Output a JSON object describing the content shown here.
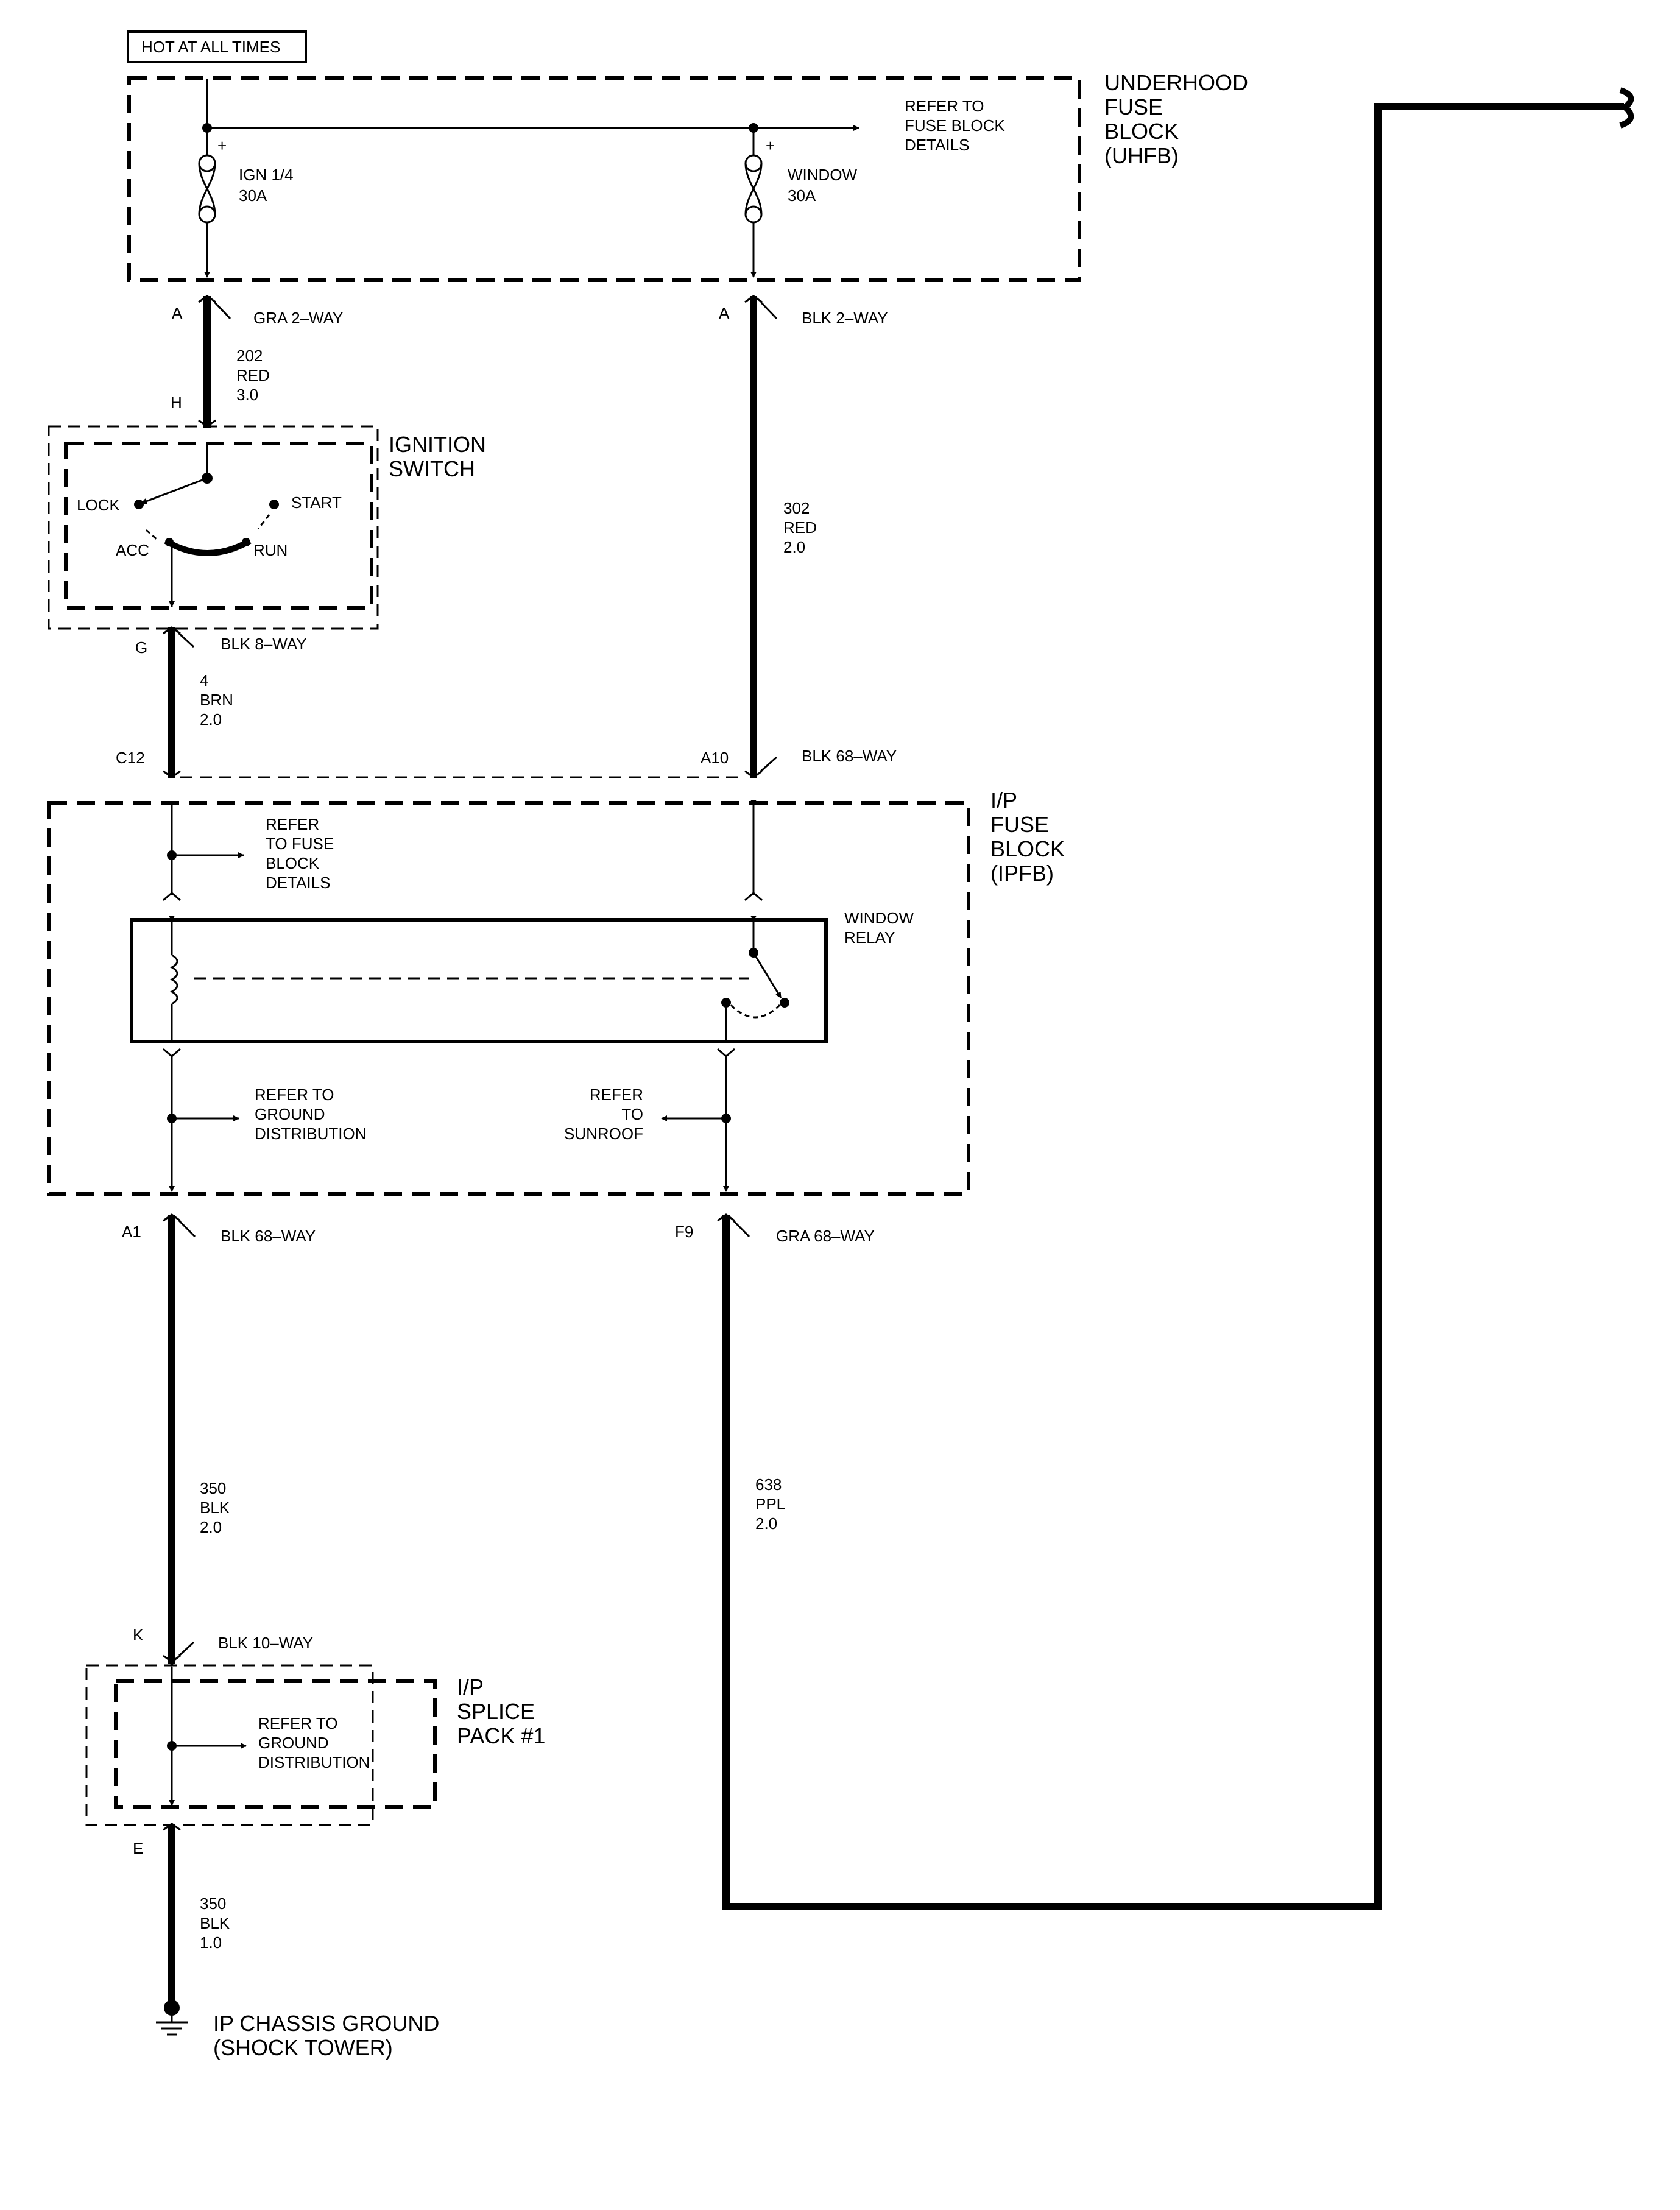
{
  "header": {
    "hot_label": "HOT AT ALL TIMES"
  },
  "uhfb": {
    "title_lines": [
      "UNDERHOOD",
      "FUSE",
      "BLOCK",
      "(UHFB)"
    ],
    "refer_lines": [
      "REFER TO",
      "FUSE BLOCK",
      "DETAILS"
    ],
    "fuse_left": {
      "plus": "+",
      "name": "IGN 1/4",
      "rating": "30A"
    },
    "fuse_right": {
      "plus": "+",
      "name": "WINDOW",
      "rating": "30A"
    }
  },
  "left_circuit": {
    "pin_a": "A",
    "conn_a": "GRA 2–WAY",
    "wire1": [
      "202",
      "RED",
      "3.0"
    ],
    "pin_h": "H",
    "pin_g": "G",
    "conn_g": "BLK 8–WAY",
    "wire2": [
      "4",
      "BRN",
      "2.0"
    ],
    "pin_c12": "C12"
  },
  "ignition": {
    "title_lines": [
      "IGNITION",
      "SWITCH"
    ],
    "lock": "LOCK",
    "start": "START",
    "acc": "ACC",
    "run": "RUN"
  },
  "right_circuit": {
    "pin_a": "A",
    "conn_a": "BLK 2–WAY",
    "wire1": [
      "302",
      "RED",
      "2.0"
    ],
    "pin_a10": "A10",
    "conn_a10": "BLK 68–WAY"
  },
  "ipfb": {
    "title_lines": [
      "I/P",
      "FUSE",
      "BLOCK",
      "(IPFB)"
    ],
    "refer_top_lines": [
      "REFER",
      "TO FUSE",
      "BLOCK",
      "DETAILS"
    ],
    "relay_lines": [
      "WINDOW",
      "RELAY"
    ],
    "refer_ground_lines": [
      "REFER TO",
      "GROUND",
      "DISTRIBUTION"
    ],
    "refer_sunroof_lines": [
      "REFER",
      "TO",
      "SUNROOF"
    ]
  },
  "lower_left": {
    "pin_a1": "A1",
    "conn_a1": "BLK 68–WAY",
    "wire": [
      "350",
      "BLK",
      "2.0"
    ],
    "pin_k": "K",
    "conn_k": "BLK 10–WAY",
    "pin_e": "E",
    "wire2": [
      "350",
      "BLK",
      "1.0"
    ]
  },
  "splice": {
    "title_lines": [
      "I/P",
      "SPLICE",
      "PACK #1"
    ],
    "refer_lines": [
      "REFER TO",
      "GROUND",
      "DISTRIBUTION"
    ]
  },
  "ground": {
    "lines": [
      "IP CHASSIS GROUND",
      "(SHOCK TOWER)"
    ]
  },
  "lower_right": {
    "pin_f9": "F9",
    "conn_f9": "GRA 68–WAY",
    "wire": [
      "638",
      "PPL",
      "2.0"
    ]
  }
}
